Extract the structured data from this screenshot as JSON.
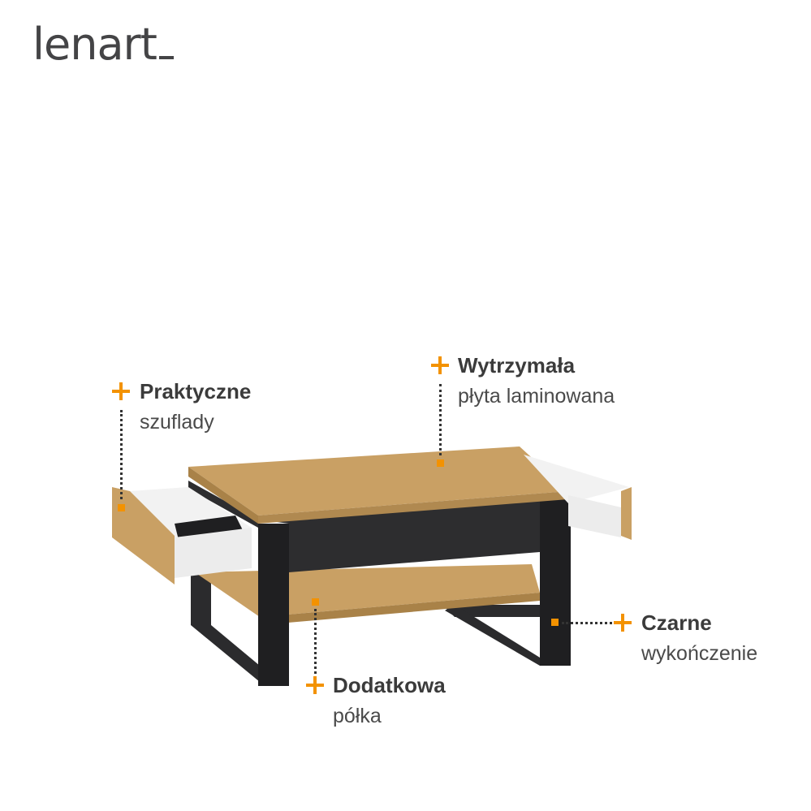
{
  "brand": {
    "logo_text": "lenart"
  },
  "callouts": {
    "drawers": {
      "title": "Praktyczne",
      "subtitle": "szuflady"
    },
    "board": {
      "title": "Wytrzymała",
      "subtitle": "płyta laminowana"
    },
    "black": {
      "title": "Czarne",
      "subtitle": "wykończenie"
    },
    "shelf": {
      "title": "Dodatkowa",
      "subtitle": "półka"
    }
  },
  "colors": {
    "accent": "#f39200",
    "oak": "#c9a064",
    "black": "#2b2b2d",
    "white_drawer": "#f2f2f2"
  }
}
